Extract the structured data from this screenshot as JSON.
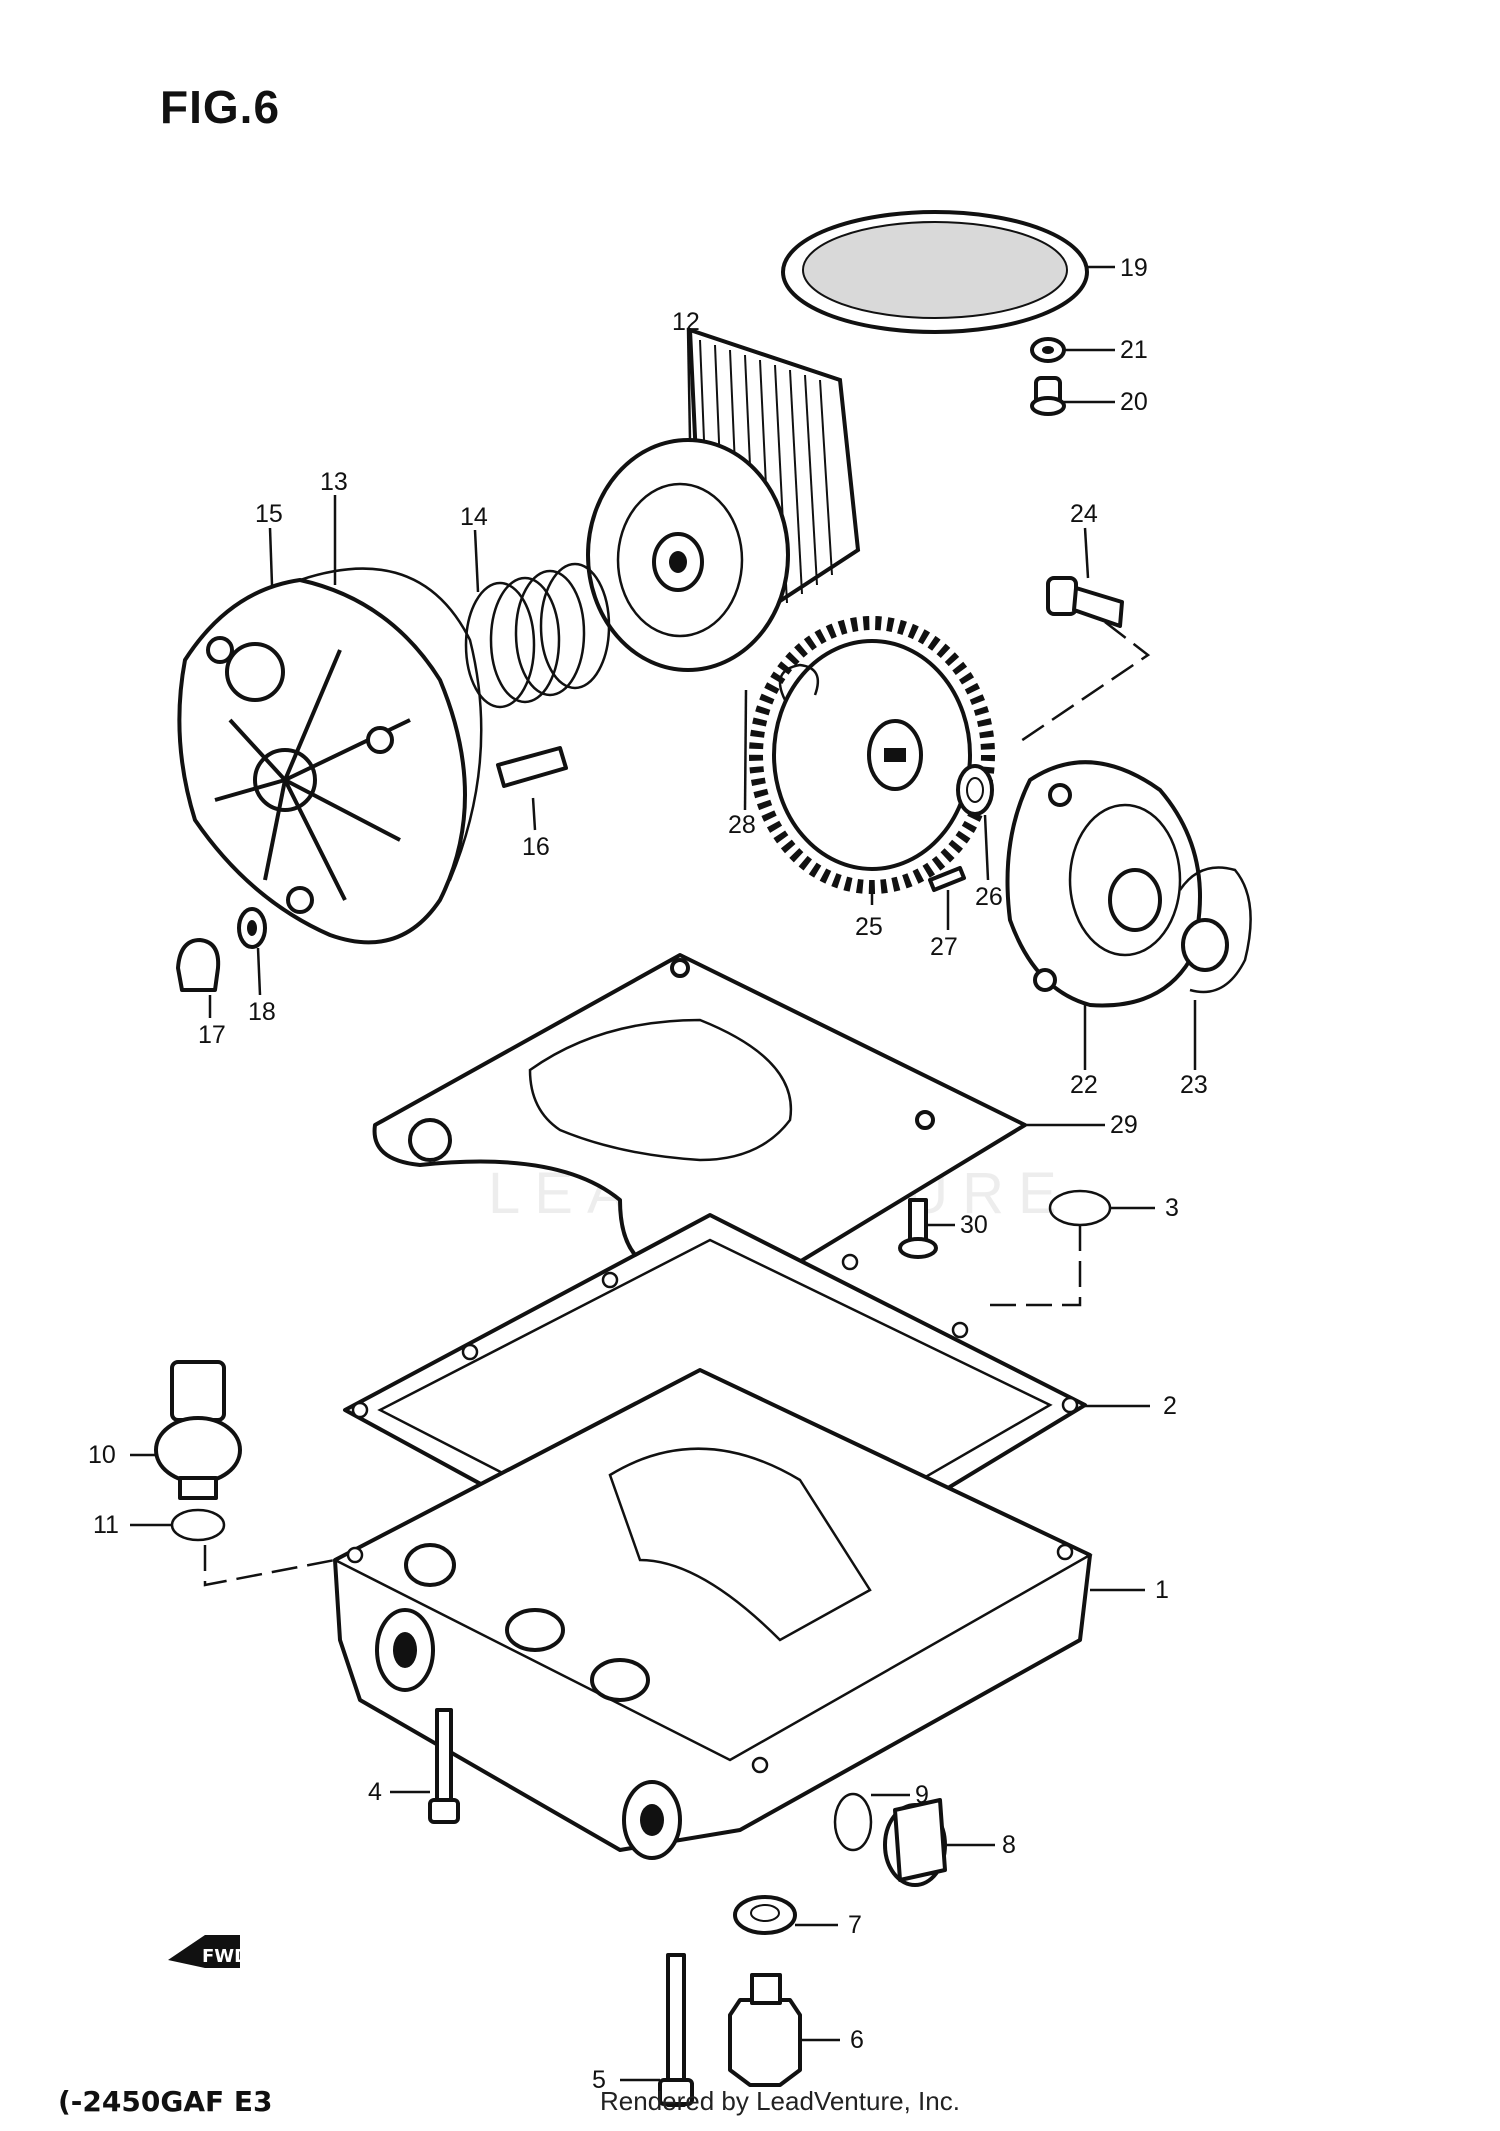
{
  "figure_title": "FIG.6",
  "model_code": "(-2450GAF E3",
  "rendered_by": "Rendered by LeadVenture, Inc.",
  "watermark": "LEADVENTURE",
  "callouts": [
    "1",
    "2",
    "3",
    "4",
    "5",
    "6",
    "7",
    "8",
    "9",
    "10",
    "11",
    "12",
    "13",
    "14",
    "15",
    "16",
    "17",
    "18",
    "19",
    "20",
    "21",
    "22",
    "23",
    "24",
    "25",
    "26",
    "27",
    "28",
    "29",
    "30"
  ],
  "fwd_marker": "FWD"
}
